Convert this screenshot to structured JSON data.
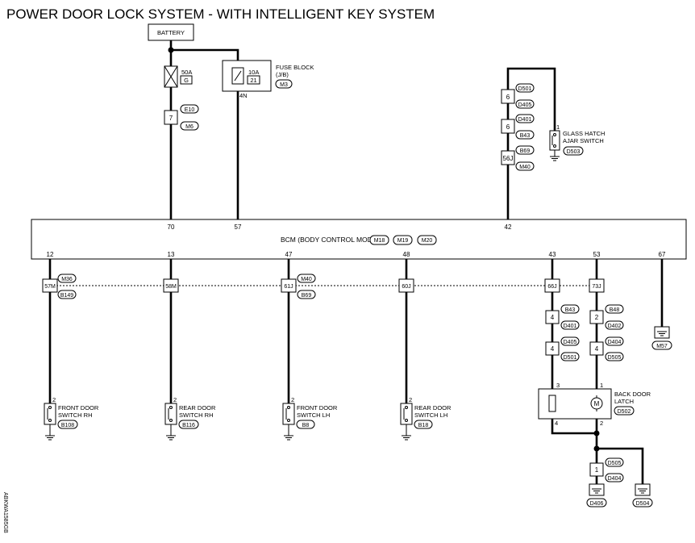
{
  "title": "POWER DOOR LOCK SYSTEM - WITH INTELLIGENT KEY SYSTEM",
  "side_code": "ABKWA1585GB",
  "battery": "BATTERY",
  "fuse_50a": {
    "amp": "50A",
    "id": "G"
  },
  "fuse_block": {
    "amp": "10A",
    "id": "21",
    "label1": "FUSE BLOCK",
    "label2": "(J/B)",
    "connector": "M3",
    "terminal": "4N"
  },
  "conn_e10": {
    "pin": "7",
    "top": "E10",
    "bottom": "M6"
  },
  "glass_conns": [
    {
      "pin": "6",
      "top": "D501",
      "bottom": "D405"
    },
    {
      "pin": "6",
      "top": "D401",
      "bottom": "B43"
    },
    {
      "pin": "56J",
      "top": "B69",
      "bottom": "M40"
    }
  ],
  "glass_switch": {
    "label1": "GLASS HATCH",
    "label2": "AJAR SWITCH",
    "connector": "D503",
    "pin": "1"
  },
  "bcm": {
    "label": "BCM (BODY CONTROL MODULE)",
    "connectors": [
      "M18",
      "M19",
      "M20"
    ],
    "top_pins": [
      "70",
      "57",
      "42"
    ],
    "bottom_pins": [
      "12",
      "13",
      "47",
      "48",
      "43",
      "53",
      "67"
    ]
  },
  "row_conns": [
    {
      "pin": "57M",
      "top": "M36",
      "bottom": "B149"
    },
    {
      "pin": "58M"
    },
    {
      "pin": "61J",
      "top": "M40",
      "bottom": "B69"
    },
    {
      "pin": "60J"
    },
    {
      "pin": "66J"
    },
    {
      "pin": "73J"
    }
  ],
  "ground_m57": "M57",
  "latch_conns_left": [
    {
      "pin": "4",
      "top": "B43",
      "bottom": "D401"
    },
    {
      "pin": "4",
      "top": "D405",
      "bottom": "D501"
    }
  ],
  "latch_conns_right": [
    {
      "pin": "2",
      "top": "B48",
      "bottom": "D402"
    },
    {
      "pin": "4",
      "top": "D404",
      "bottom": "D505"
    }
  ],
  "door_switches": [
    {
      "label1": "FRONT DOOR",
      "label2": "SWITCH RH",
      "connector": "B108",
      "pin": "2"
    },
    {
      "label1": "REAR DOOR",
      "label2": "SWITCH RH",
      "connector": "B116",
      "pin": "2"
    },
    {
      "label1": "FRONT DOOR",
      "label2": "SWITCH LH",
      "connector": "B8",
      "pin": "2"
    },
    {
      "label1": "REAR DOOR",
      "label2": "SWITCH LH",
      "connector": "B18",
      "pin": "2"
    }
  ],
  "back_door_latch": {
    "label1": "BACK DOOR",
    "label2": "LATCH",
    "connector": "D502",
    "pin_tl": "3",
    "pin_tr": "1",
    "pin_bl": "4",
    "pin_br": "2",
    "motor": "M"
  },
  "bottom_conn": {
    "pin": "1",
    "top": "D505",
    "bottom": "D404"
  },
  "grounds_bottom": [
    "D406",
    "D504"
  ]
}
